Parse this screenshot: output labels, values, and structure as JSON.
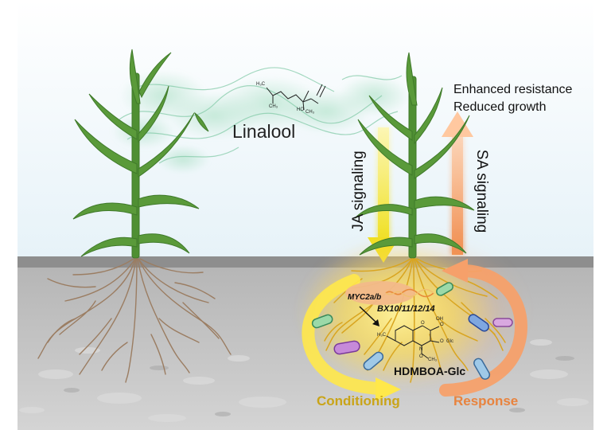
{
  "labels": {
    "linalool": "Linalool",
    "enhanced_resistance": "Enhanced resistance",
    "reduced_growth": "Reduced growth",
    "ja_signaling": "JA signaling",
    "sa_signaling": "SA signaling",
    "myc2": "MYC2a/b",
    "bx_genes": "BX10/11/12/14",
    "hdmboa": "HDMBOA-Glc",
    "conditioning": "Conditioning",
    "response": "Response"
  },
  "linalool_structure": {
    "atoms": [
      "H₃C",
      "CH₃",
      "HO",
      "CH₃"
    ]
  },
  "hdmboa_structure": {
    "atoms": [
      "H₃C",
      "O",
      "O",
      "OH",
      "O",
      "Glc",
      "N",
      "O",
      "CH₃"
    ]
  },
  "colors": {
    "sky": "#e6f2f8",
    "soil_top": "#8e8e8e",
    "soil": "#b2b2b2",
    "soil_bottom": "#cfcfcf",
    "leaf": "#5a9a3a",
    "leaf_dark": "#3f7a2a",
    "roots_plain": "#9b7d62",
    "roots_treated": "#d9a520",
    "glow": "#ffe84a",
    "smoke": "#7fc9a5",
    "ja_arrow": "#f2e62a",
    "sa_arrow": "#f6a06a",
    "conditioning": "#c9a418",
    "response": "#e8833e"
  },
  "icons": {
    "plants": [
      "maize-plant-icon",
      "maize-plant-icon"
    ],
    "root_systems": [
      "root-system-icon",
      "root-system-icon"
    ],
    "microbes": [
      "bacterium-icon"
    ],
    "gene": [
      "dna-icon"
    ],
    "signals": [
      "smoke-plume-icon"
    ]
  }
}
